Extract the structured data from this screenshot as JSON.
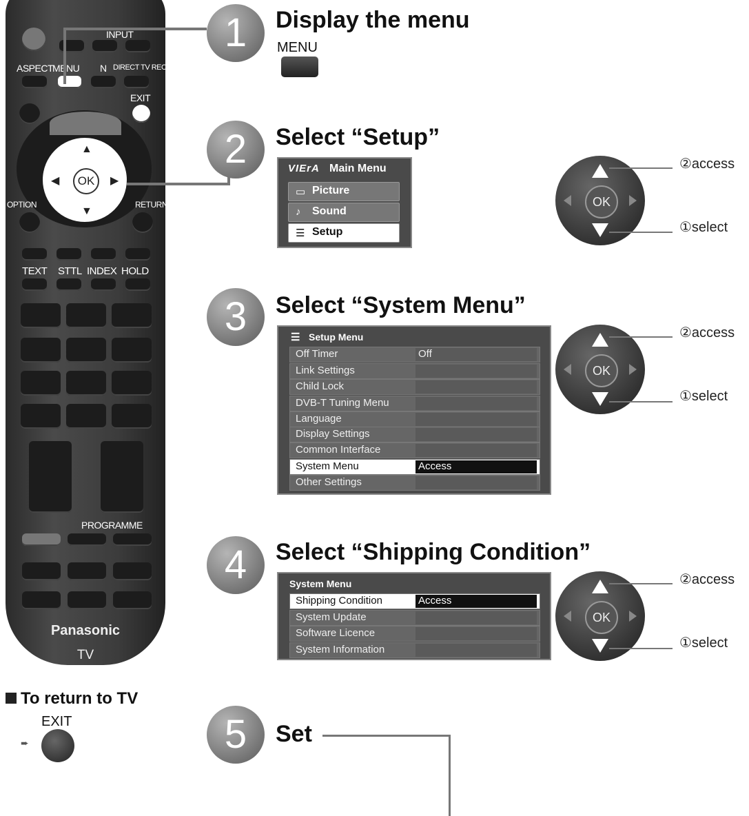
{
  "remote": {
    "labels": {
      "input": "INPUT",
      "aspect": "ASPECT",
      "menu": "MENU",
      "n": "N",
      "direct_tv_rec": "DIRECT TV REC",
      "exit": "EXIT",
      "ok": "OK",
      "option": "OPTION",
      "return": "RETURN",
      "text": "TEXT",
      "sttl": "STTL",
      "index": "INDEX",
      "hold": "HOLD",
      "programme": "PROGRAMME"
    },
    "brand": "Panasonic",
    "tv": "TV"
  },
  "return_section": {
    "title": "To return to TV",
    "exit_label": "EXIT"
  },
  "steps": [
    {
      "number": "1",
      "heading": "Display the menu",
      "button_label": "MENU"
    },
    {
      "number": "2",
      "heading": "Select “Setup”"
    },
    {
      "number": "3",
      "heading": "Select “System Menu”"
    },
    {
      "number": "4",
      "heading": "Select “Shipping Condition”"
    },
    {
      "number": "5",
      "heading": "Set"
    }
  ],
  "main_menu": {
    "logo": "VIErA",
    "title": "Main Menu",
    "items": [
      {
        "icon": "screen-icon",
        "label": "Picture"
      },
      {
        "icon": "note-icon",
        "label": "Sound"
      },
      {
        "icon": "list-icon",
        "label": "Setup",
        "selected": true
      }
    ]
  },
  "setup_menu": {
    "title": "Setup Menu",
    "rows": [
      {
        "label": "Off Timer",
        "value": "Off"
      },
      {
        "label": "Link Settings",
        "value": ""
      },
      {
        "label": "Child Lock",
        "value": ""
      },
      {
        "label": "DVB-T Tuning Menu",
        "value": ""
      },
      {
        "label": "Language",
        "value": ""
      },
      {
        "label": "Display Settings",
        "value": ""
      },
      {
        "label": "Common Interface",
        "value": ""
      },
      {
        "label": "System Menu",
        "value": "Access",
        "selected": true
      },
      {
        "label": "Other Settings",
        "value": ""
      }
    ]
  },
  "system_menu": {
    "title": "System Menu",
    "rows": [
      {
        "label": "Shipping Condition",
        "value": "Access",
        "selected": true
      },
      {
        "label": "System Update",
        "value": ""
      },
      {
        "label": "Software Licence",
        "value": ""
      },
      {
        "label": "System Information",
        "value": ""
      }
    ]
  },
  "annotations": {
    "access": "②access",
    "select": "①select",
    "ok": "OK"
  }
}
